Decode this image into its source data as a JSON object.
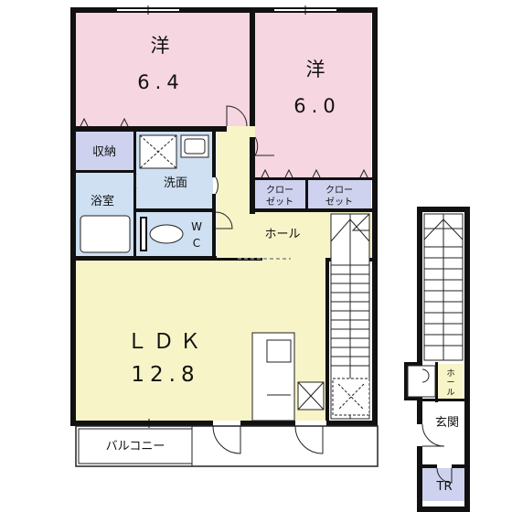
{
  "rooms": {
    "western_room_1": {
      "label": "洋",
      "area": "6.4"
    },
    "western_room_2": {
      "label": "洋",
      "area": "6.0"
    },
    "storage": "収納",
    "washroom": "洗面",
    "bathroom": "浴室",
    "wc_w": "W",
    "wc_c": "C",
    "closet_1": [
      "クロー",
      "ゼット"
    ],
    "closet_2": [
      "クロー",
      "ゼット"
    ],
    "hall": "ホール",
    "ldk": {
      "label": "ＬＤＫ",
      "area": "12.8"
    },
    "balcony": "バルコニー",
    "stair_hall": [
      "ホ",
      "ー",
      "ル"
    ],
    "entrance": "玄関",
    "trunk_room": "TR"
  },
  "colors": {
    "western_rooms": "#f6d6e0",
    "wet_areas": "#cfe0f3",
    "storage_closets": "#cfd2ee",
    "hall_ldk": "#f7f4c8",
    "walls": "#111111"
  }
}
